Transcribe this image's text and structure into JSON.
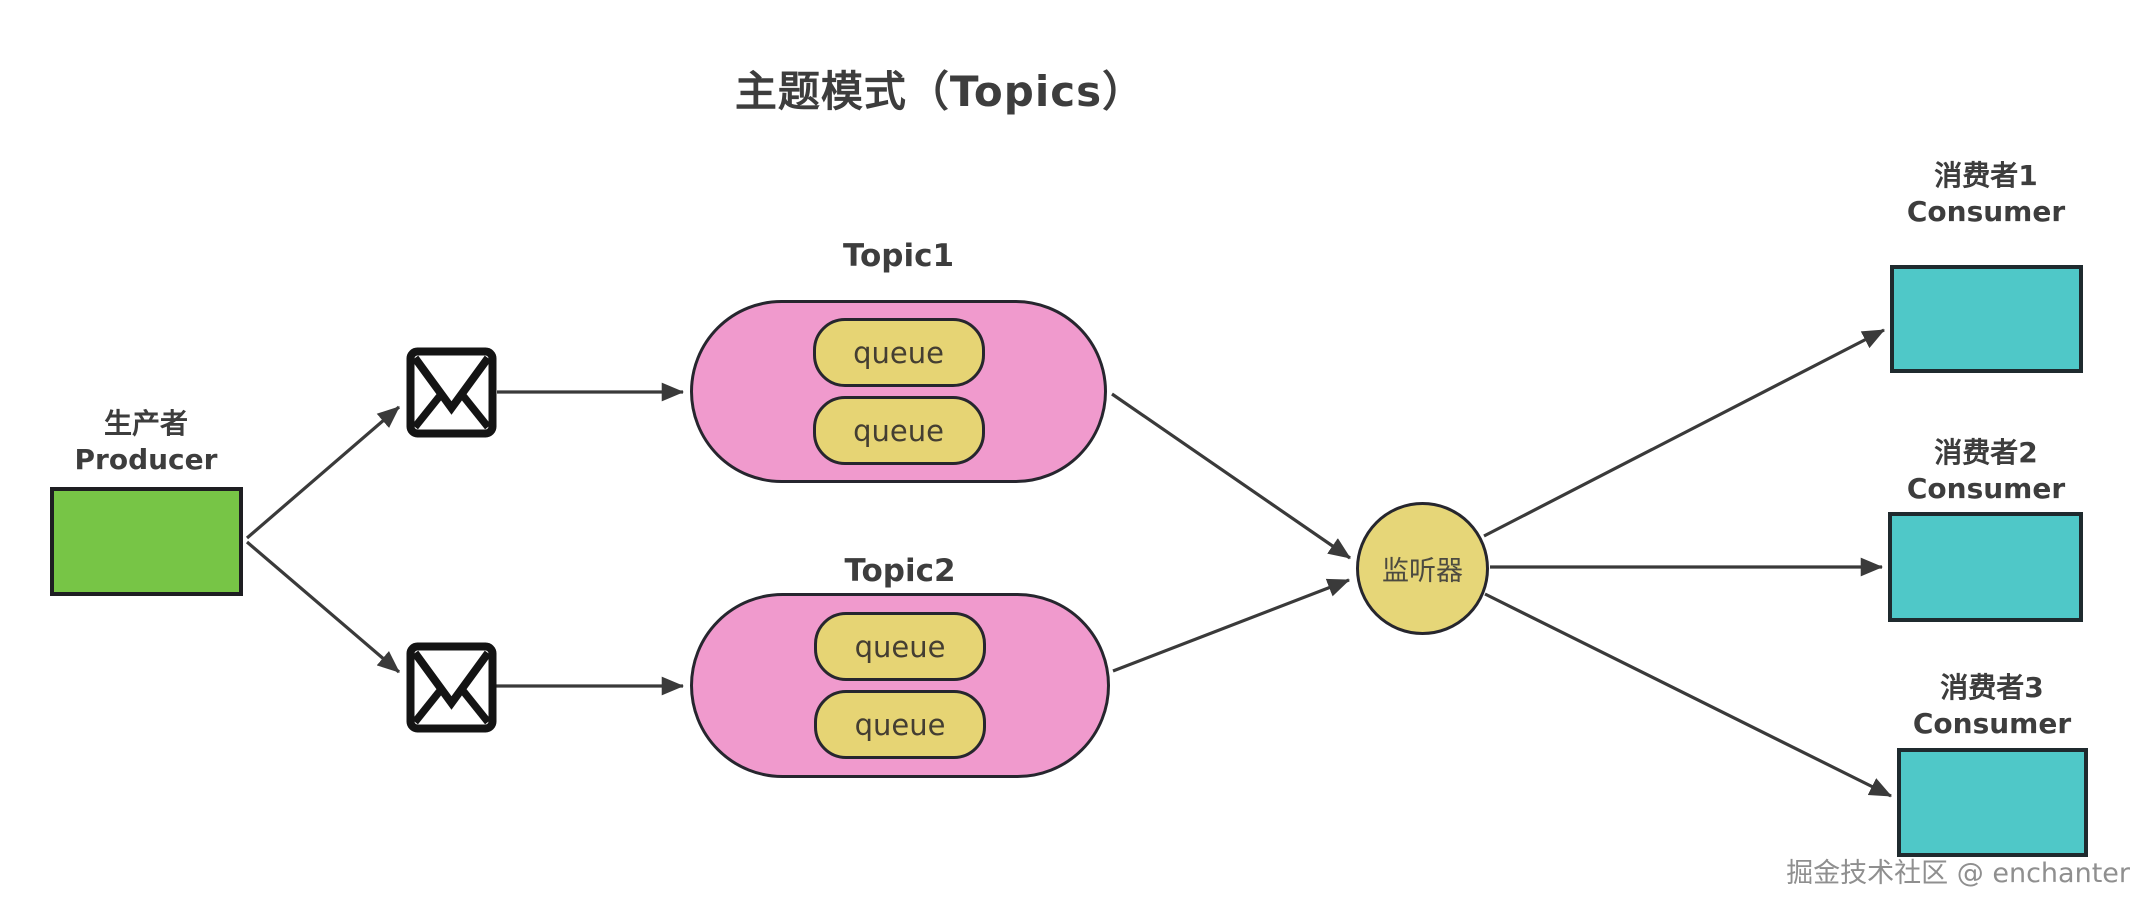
{
  "title": "主题模式（Topics）",
  "producer": {
    "label_zh": "生产者",
    "label_en": "Producer"
  },
  "topics": [
    {
      "label": "Topic1",
      "queues": [
        "queue",
        "queue"
      ]
    },
    {
      "label": "Topic2",
      "queues": [
        "queue",
        "queue"
      ]
    }
  ],
  "listener": {
    "label": "监听器"
  },
  "consumers": [
    {
      "label_zh": "消费者1",
      "label_en": "Consumer"
    },
    {
      "label_zh": "消费者2",
      "label_en": "Consumer"
    },
    {
      "label_zh": "消费者3",
      "label_en": "Consumer"
    }
  ],
  "watermark": "掘金技术社区 @ enchanter",
  "icons": {
    "envelope": "✉"
  },
  "colors": {
    "producer_fill": "#77C546",
    "topic_fill": "#F09ACD",
    "queue_fill": "#E6D474",
    "listener_fill": "#E6D678",
    "consumer_fill": "#4FC8C8",
    "stroke": "#26262E",
    "arrow": "#3A3A3A",
    "text": "#3D3D3D",
    "watermark_text": "#8F8F8F"
  }
}
